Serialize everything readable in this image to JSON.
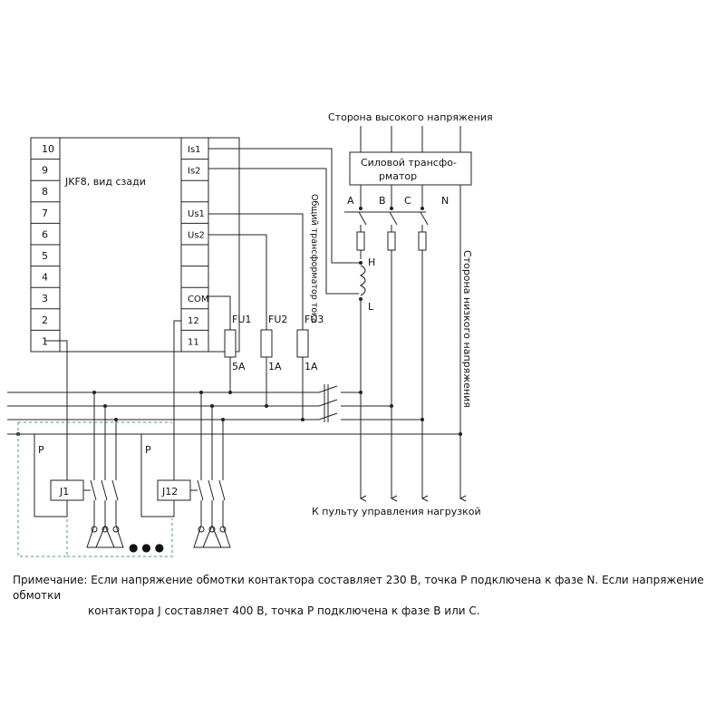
{
  "title_hv_side": "Сторона высокого напряжения",
  "title_lv_side": "Сторона низкого напряжения",
  "power_transformer": [
    "Силовой трансфо-",
    "рматор"
  ],
  "common_ct": "Общий трансформатор тока",
  "to_load_panel": "К пульту управления нагрузкой",
  "controller": {
    "label": "JKF8, вид сзади",
    "left_terminals": [
      "10",
      "9",
      "8",
      "7",
      "6",
      "5",
      "4",
      "3",
      "2",
      "1"
    ],
    "right_terminals": [
      "Is1",
      "Is2",
      "",
      "Us1",
      "Us2",
      "",
      "",
      "COM",
      "12",
      "11"
    ]
  },
  "phases": [
    "A",
    "B",
    "C",
    "N"
  ],
  "ct_terminals": [
    "H",
    "L"
  ],
  "fuses": [
    {
      "name": "FU1",
      "rating": "5A"
    },
    {
      "name": "FU2",
      "rating": "1A"
    },
    {
      "name": "FU3",
      "rating": "1A"
    }
  ],
  "contactors": [
    "J1",
    "J12"
  ],
  "p_point": "P",
  "ellipsis": "● ● ●",
  "note": {
    "line1": "Примечание: Если напряжение обмотки контактора составляет 230 В, точка P подключена к фазе N. Если напряжение обмотки",
    "line2": "контактора J составляет 400 В, точка P подключена к фазе B или C."
  }
}
